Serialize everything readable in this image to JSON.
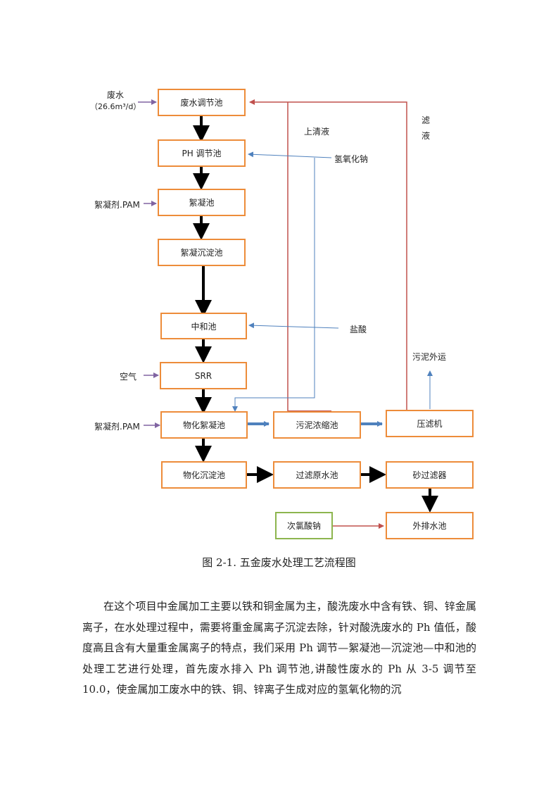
{
  "boxes": {
    "b1": "废水调节池",
    "b2": "PH 调节池",
    "b3": "絮凝池",
    "b4": "絮凝沉淀池",
    "b5": "中和池",
    "b6": "SRR",
    "b7": "物化絮凝池",
    "b8": "物化沉淀池",
    "b9": "污泥浓缩池",
    "b10": "压滤机",
    "b11": "过滤原水池",
    "b12": "砂过滤器",
    "b13": "次氯酸钠",
    "b14": "外排水池"
  },
  "labels": {
    "wastewater": "废水",
    "flow": "（26.6m³/d）",
    "flocculant1": "絮凝剂.PAM",
    "air": "空气",
    "flocculant2": "絮凝剂.PAM",
    "supernatant": "上清液",
    "naoh": "氢氧化钠",
    "hcl": "盐酸",
    "filtrate": "滤液",
    "sludge_out": "污泥外运"
  },
  "colors": {
    "box_border": "#ED8C3A",
    "green_border": "#8DB54E",
    "red_line": "#C0504D",
    "blue_line": "#4F81BD",
    "purple_arrow": "#8064A2",
    "black_arrow": "#000000"
  },
  "caption": "图 2-1. 五金废水处理工艺流程图",
  "paragraph": "在这个项目中金属加工主要以铁和铜金属为主，酸洗废水中含有铁、铜、锌金属离子，在水处理过程中，需要将重金属离子沉淀去除，针对酸洗废水的 Ph 值低，酸度高且含有大量重金属离子的特点，我们采用 Ph 调节—絮凝池—沉淀池—中和池的处理工艺进行处理，首先废水排入 Ph 调节池,讲酸性废水的 Ph 从 3-5 调节至 10.0，使金属加工废水中的铁、铜、锌离子生成对应的氢氧化物的沉"
}
